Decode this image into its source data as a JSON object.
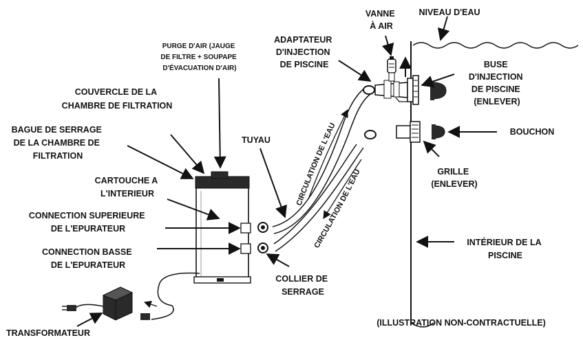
{
  "labels": {
    "purge": [
      "PURGE D'AIR (JAUGE",
      "DE FILTRE + SOUPAPE",
      "D'ÉVACUATION D'AIR)"
    ],
    "couvercle": [
      "COUVERCLE DE LA",
      "CHAMBRE DE FILTRATION"
    ],
    "bague": [
      "BAGUE DE SERRAGE",
      "DE LA CHAMBRE DE",
      "FILTRATION"
    ],
    "cartouche": [
      "CARTOUCHE A",
      "L'INTERIEUR"
    ],
    "conn_sup": [
      "CONNECTION SUPERIEURE",
      "DE L'EPURATEUR"
    ],
    "conn_basse": [
      "CONNECTION BASSE",
      "DE L'EPURATEUR"
    ],
    "transformateur": "TRANSFORMATEUR",
    "tuyau": "TUYAU",
    "collier": [
      "COLLIER DE",
      "SERRAGE"
    ],
    "vanne": [
      "VANNE",
      "À AIR"
    ],
    "adaptateur": [
      "ADAPTATEUR",
      "D'INJECTION",
      "DE PISCINE"
    ],
    "niveau": "NIVEAU D'EAU",
    "buse": [
      "BUSE",
      "D'INJECTION",
      "DE PISCINE",
      "(ENLEVER)"
    ],
    "bouchon": "BOUCHON",
    "grille": [
      "GRILLE",
      "(ENLEVER)"
    ],
    "interieur": [
      "INTÉRIEUR DE LA",
      "PISCINE"
    ],
    "circulation": "CIRCULATION DE L'EAU",
    "disclaimer": "(ILLUSTRATION NON-CONTRACTUELLE)"
  },
  "colors": {
    "ink": "#111111",
    "housing": "#2a2a2a",
    "body": "#ffffff"
  }
}
